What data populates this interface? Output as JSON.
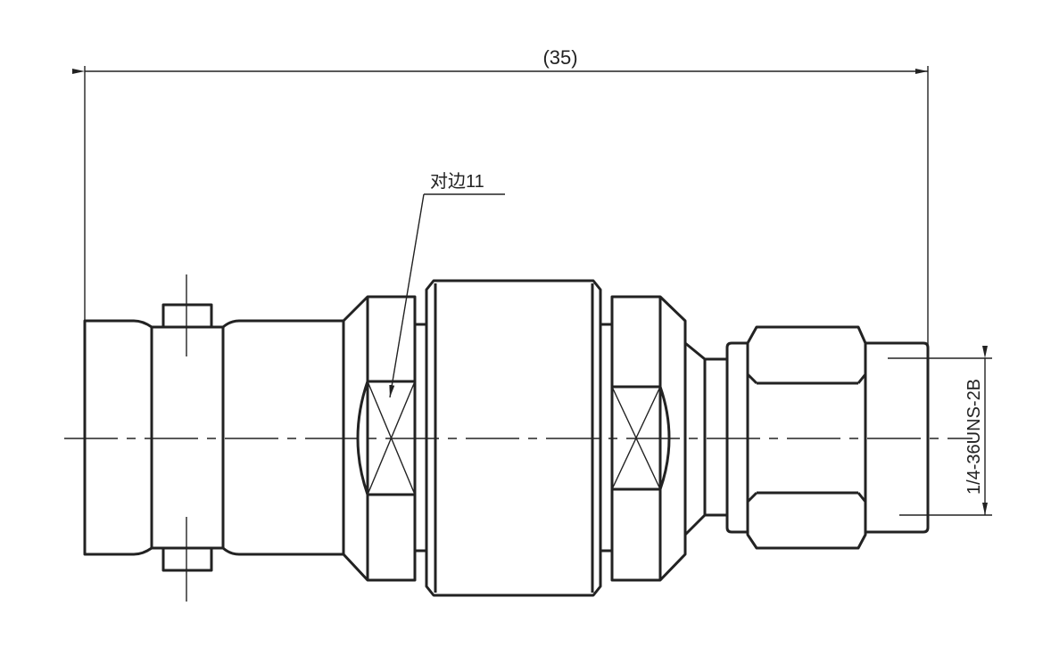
{
  "drawing": {
    "overall_length_label": "(35)",
    "across_flats_label": "对边11",
    "thread_label": "1/4-36UNS-2B"
  }
}
